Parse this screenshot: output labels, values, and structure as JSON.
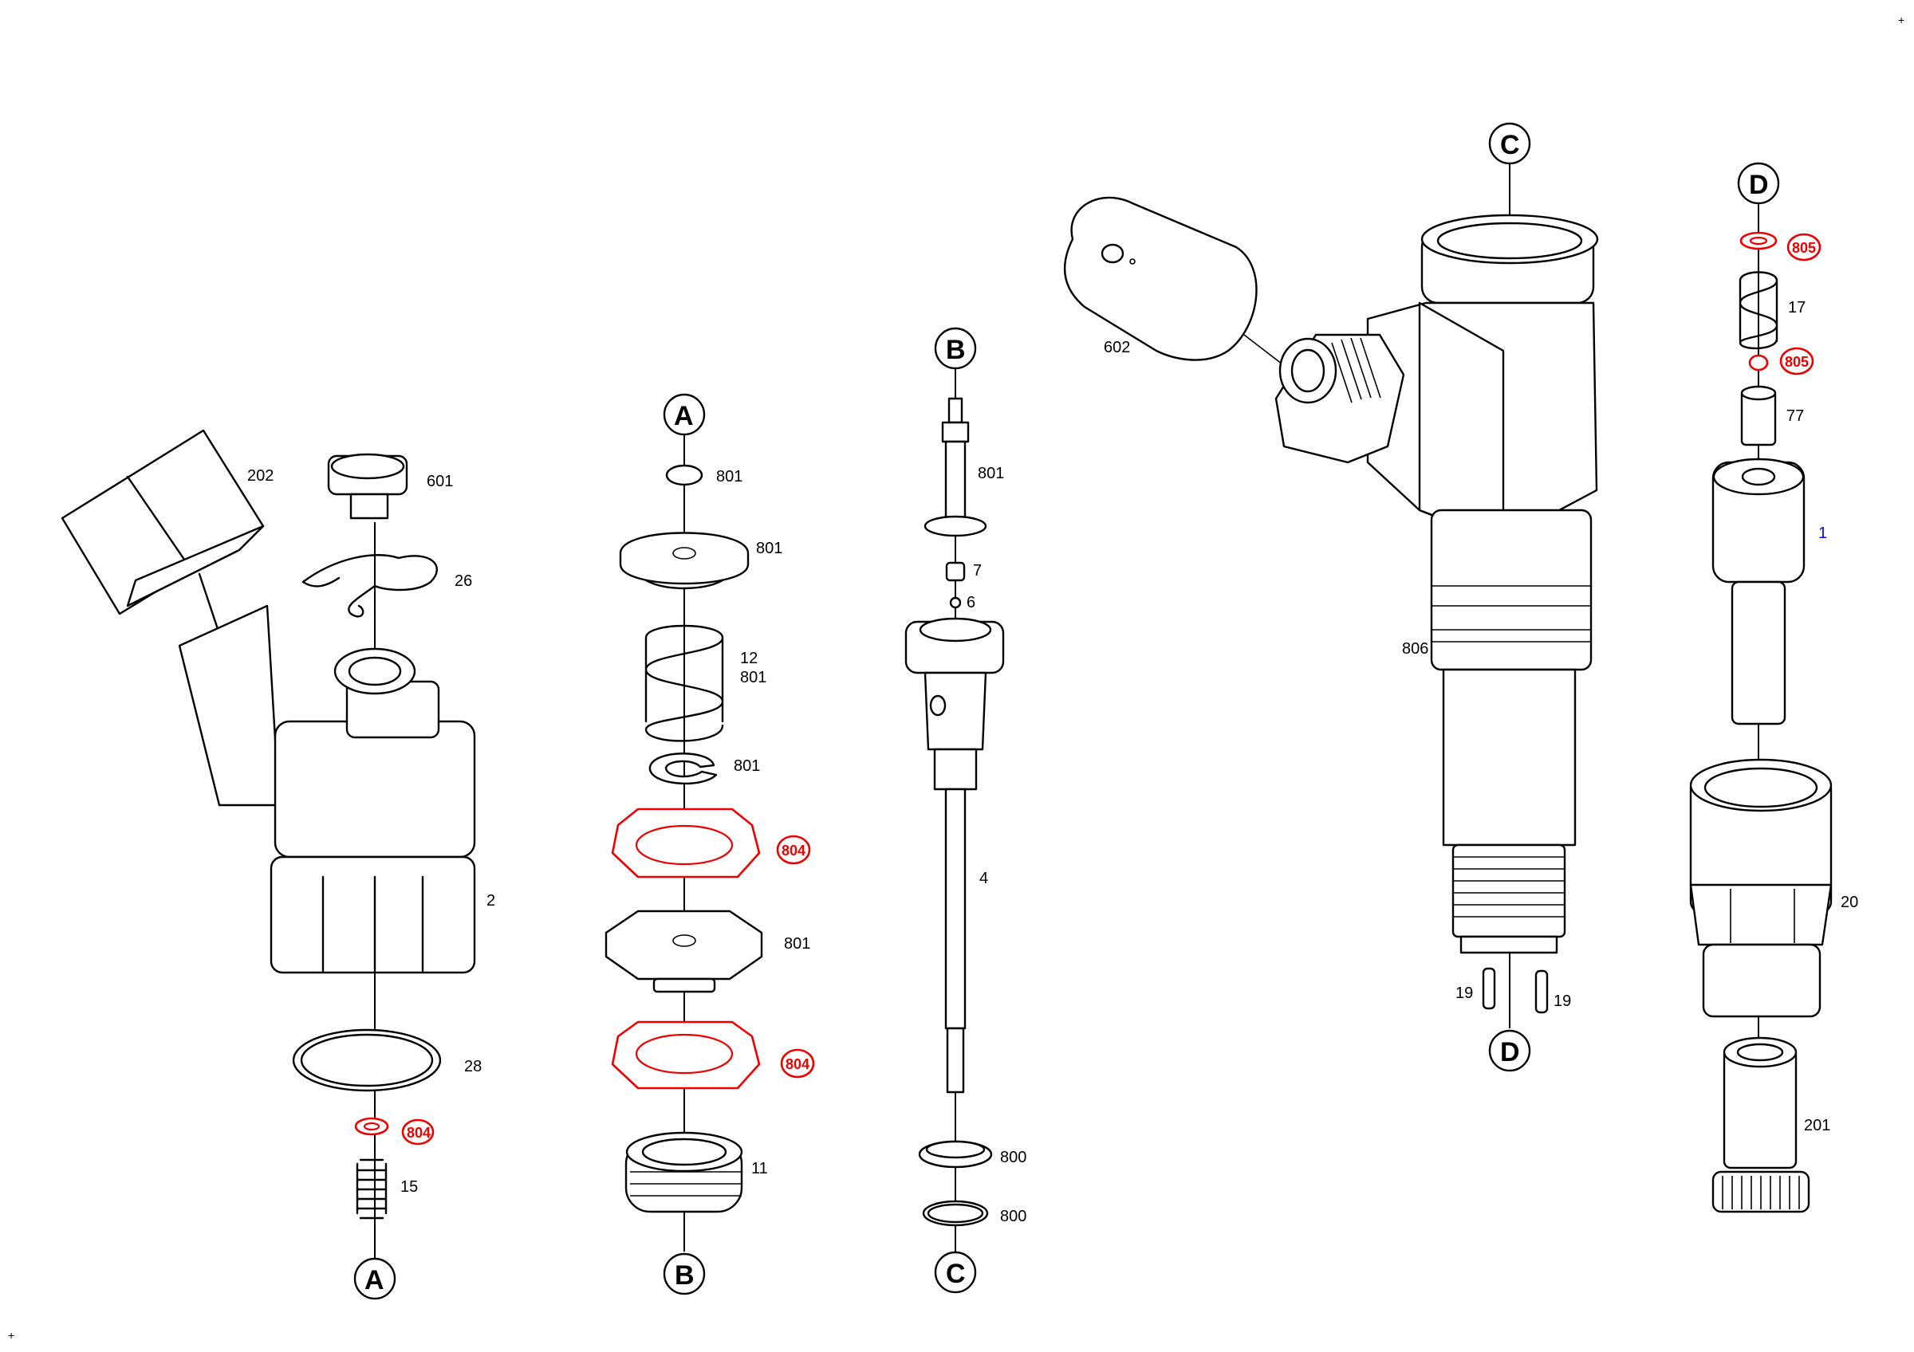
{
  "corner_marks": {
    "top_right": "+",
    "bottom_left": "+"
  },
  "connectors": {
    "a_top": "A",
    "a_bottom": "A",
    "b_top": "B",
    "b_bottom": "B",
    "c_top": "C",
    "c_bottom": "C",
    "d_top": "D",
    "d_bottom": "D"
  },
  "labels": {
    "p202": "202",
    "p601": "601",
    "p26": "26",
    "p2": "2",
    "p28": "28",
    "p804a": "804",
    "p15": "15",
    "p801a": "801",
    "p801b": "801",
    "p12": "12",
    "p801c": "801",
    "p801d": "801",
    "p804b": "804",
    "p801e": "801",
    "p804c": "804",
    "p11": "11",
    "p801f": "801",
    "p7": "7",
    "p6": "6",
    "p4": "4",
    "p800a": "800",
    "p800b": "800",
    "p602": "602",
    "p806": "806",
    "p19a": "19",
    "p19b": "19",
    "p805a": "805",
    "p17": "17",
    "p805b": "805",
    "p77": "77",
    "p1": "1",
    "p20": "20",
    "p201": "201"
  },
  "colors": {
    "line": "#000000",
    "highlight": "#ee0000",
    "link_label": "#0000ff"
  }
}
